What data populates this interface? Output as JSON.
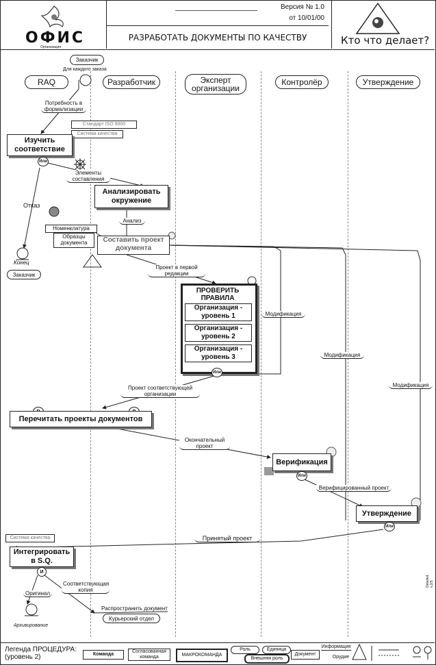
{
  "header": {
    "logo": "ОФИС",
    "logo_sub": "Организация",
    "version": "Версия № 1.0",
    "date": "от 10/01/00",
    "title": "РАЗРАБОТАТЬ ДОКУМЕНТЫ ПО КАЧЕСТВУ",
    "who": "Кто что делает?"
  },
  "lanes": {
    "raq": "RAQ",
    "developer": "Разработчик",
    "expert": "Эксперт организации",
    "controller": "Контролёр",
    "approval": "Утверждение"
  },
  "top": {
    "customer": "Заказчик",
    "each_order": "Для каждого заказа",
    "need": "Потребность в формализации",
    "standards": "Стандарт ISO 9000",
    "quality_system": "Система качества"
  },
  "tasks": {
    "study": "Изучить соответствие",
    "analyze": "Анализировать окружение",
    "compose": "Составить проект документа",
    "check": "ПРОВЕРИТЬ ПРАВИЛА",
    "lvl1": "Организация - уровень 1",
    "lvl2": "Организация - уровень 2",
    "lvl3": "Организация - уровень 3",
    "reread": "Перечитать проекты документов",
    "verify": "Верификация",
    "approve": "Утверждение",
    "integrate": "Интегрировать в S.Q."
  },
  "labels": {
    "or": "Или",
    "elements": "Элементы составления",
    "refusal": "Отказ",
    "analysis": "Анализ",
    "nomenclature": "Номенклатура",
    "samples": "Образцы документа",
    "end": "Конец",
    "customer2": "Заказчик",
    "first_draft": "Проект в первой редакции",
    "modification": "Модификация",
    "org_draft": "Проект соответствующей организации",
    "final_draft": "Окончательный проект",
    "verified_draft": "Верифицированный проект",
    "accepted_draft": "Принятый проект",
    "quality_system2": "Система качества",
    "original": "Оригинал",
    "copy": "Соответствующая копия",
    "distribute": "Распространить документ",
    "courier": "Курьерский отдел",
    "archive": "Архивирование",
    "r": "R",
    "p": "P",
    "i": "И"
  },
  "legend": {
    "title": "Легенда ПРОЦЕДУРА: (уровень 2)",
    "command": "Команда",
    "agreed": "Согласованная команда",
    "macro": "МАКРОКОМАНДА",
    "role": "Роль",
    "unit": "Единица",
    "external": "Внешняя роль",
    "document": "Документ",
    "info": "Информация",
    "tool": "Орудие"
  },
  "side_note": "Detailed v.2/5"
}
